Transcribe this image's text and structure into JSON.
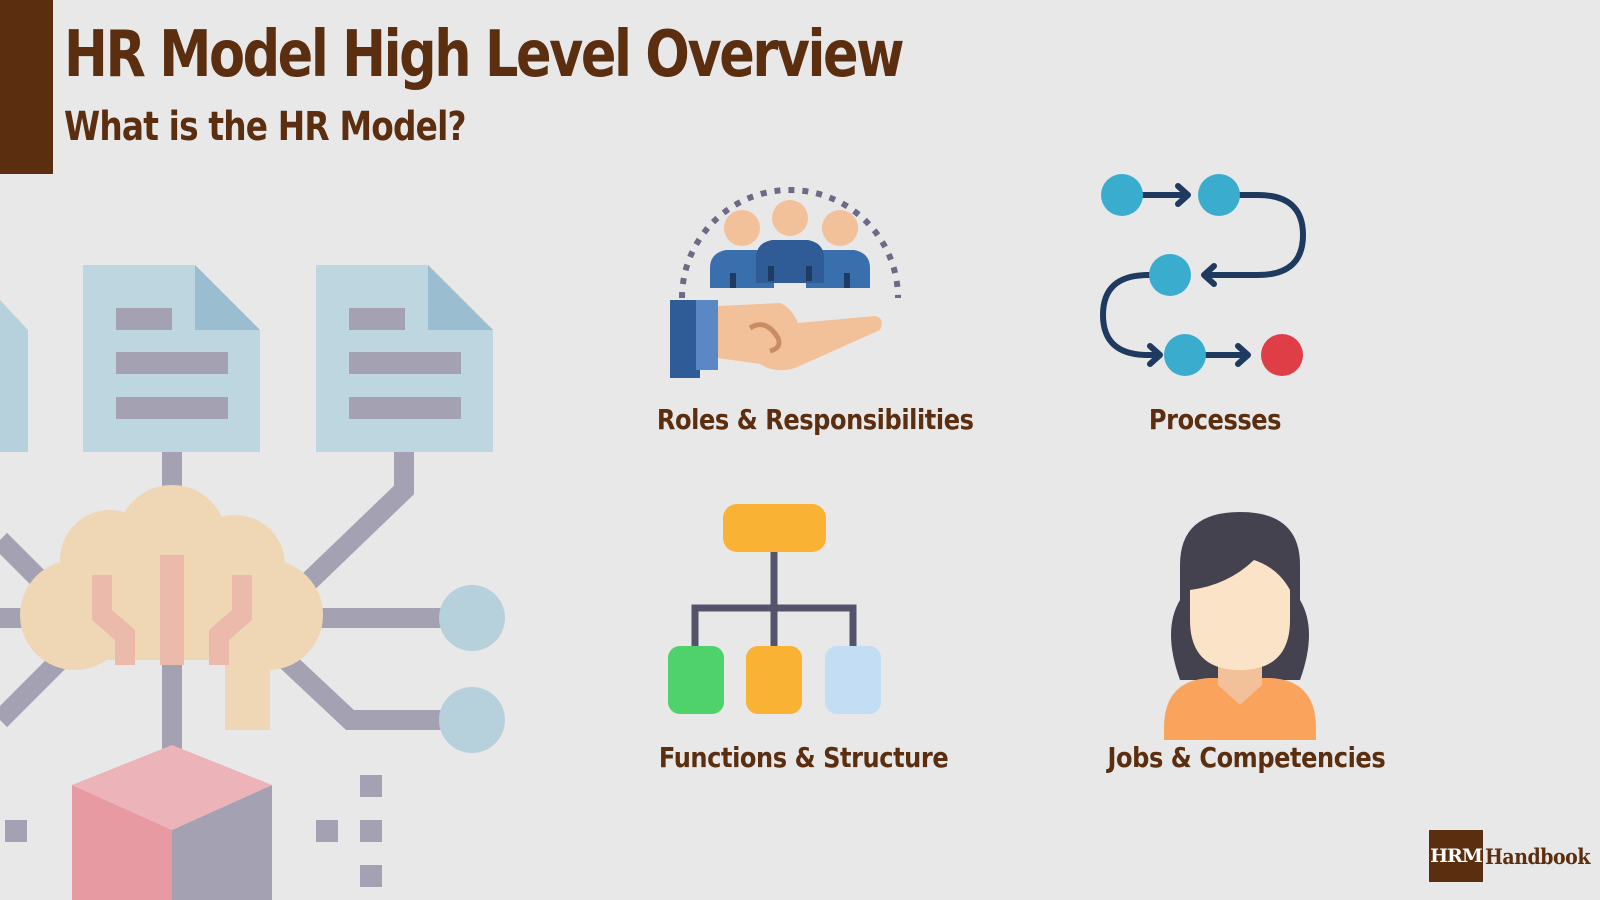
{
  "header": {
    "title": "HR Model High Level Overview",
    "subtitle": "What is the HR Model?"
  },
  "items": [
    {
      "label": "Roles & Responsibilities",
      "icon": "roles-hand-people-icon"
    },
    {
      "label": "Processes",
      "icon": "process-flow-icon"
    },
    {
      "label": "Functions & Structure",
      "icon": "org-chart-icon"
    },
    {
      "label": "Jobs & Competencies",
      "icon": "woman-avatar-icon"
    }
  ],
  "brand": {
    "box_text": "HRM",
    "text": "Handbook"
  },
  "colors": {
    "brand_brown": "#5b2e10",
    "background": "#e8e8e8"
  }
}
